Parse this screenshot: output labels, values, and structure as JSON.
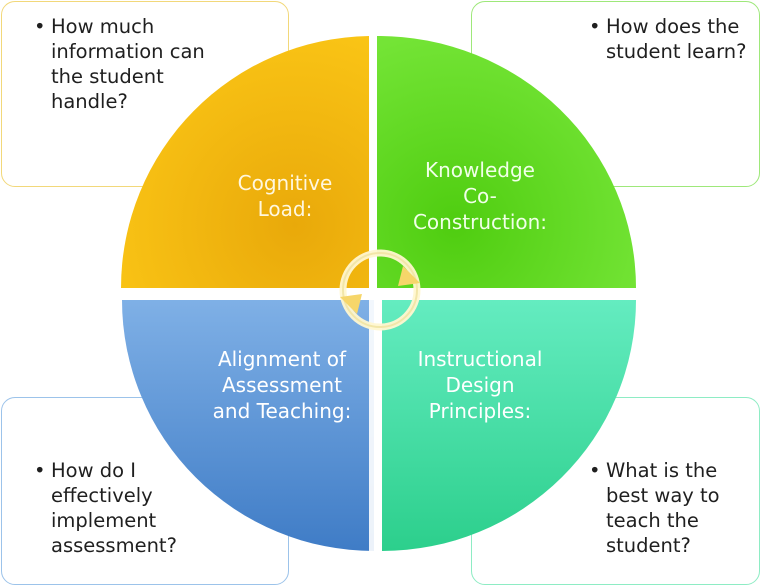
{
  "quadrants": [
    {
      "label": "Cognitive\nLoad:",
      "color": "#f2b80f",
      "question": "How much\ninformation can\nthe student\nhandle?"
    },
    {
      "label": "Knowledge\nCo-\nConstruction:",
      "color": "#5fd81e",
      "question": "How does the\nstudent learn?"
    },
    {
      "label": "Alignment of\nAssessment\nand Teaching:",
      "color": "#5a93d6",
      "question": "How do I\neffectively\nimplement\nassessment?"
    },
    {
      "label": "Instructional\nDesign\nPrinciples:",
      "color": "#3fdba0",
      "question": "What is the\nbest way to\nteach the\nstudent?"
    }
  ],
  "center_icon": "circular-arrows-icon"
}
